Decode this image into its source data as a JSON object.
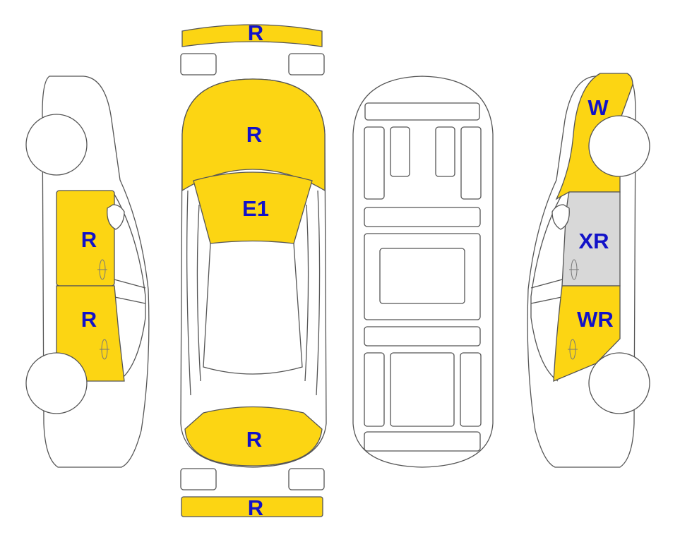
{
  "colors": {
    "marked": "#fcd513",
    "special": "#d8d8d8",
    "label": "#1212c8",
    "outline": "#555555"
  },
  "panels": {
    "front_bumper": {
      "code": "R",
      "status": "marked"
    },
    "hood": {
      "code": "R",
      "status": "marked"
    },
    "windshield": {
      "code": "E1",
      "status": "marked"
    },
    "trunk_lid": {
      "code": "R",
      "status": "marked"
    },
    "rear_bumper": {
      "code": "R",
      "status": "marked"
    },
    "left_front_door": {
      "code": "R",
      "status": "marked"
    },
    "left_rear_door": {
      "code": "R",
      "status": "marked"
    },
    "right_front_fender": {
      "code": "W",
      "status": "marked"
    },
    "right_front_door": {
      "code": "XR",
      "status": "special"
    },
    "right_rear_door": {
      "code": "WR",
      "status": "marked"
    }
  }
}
